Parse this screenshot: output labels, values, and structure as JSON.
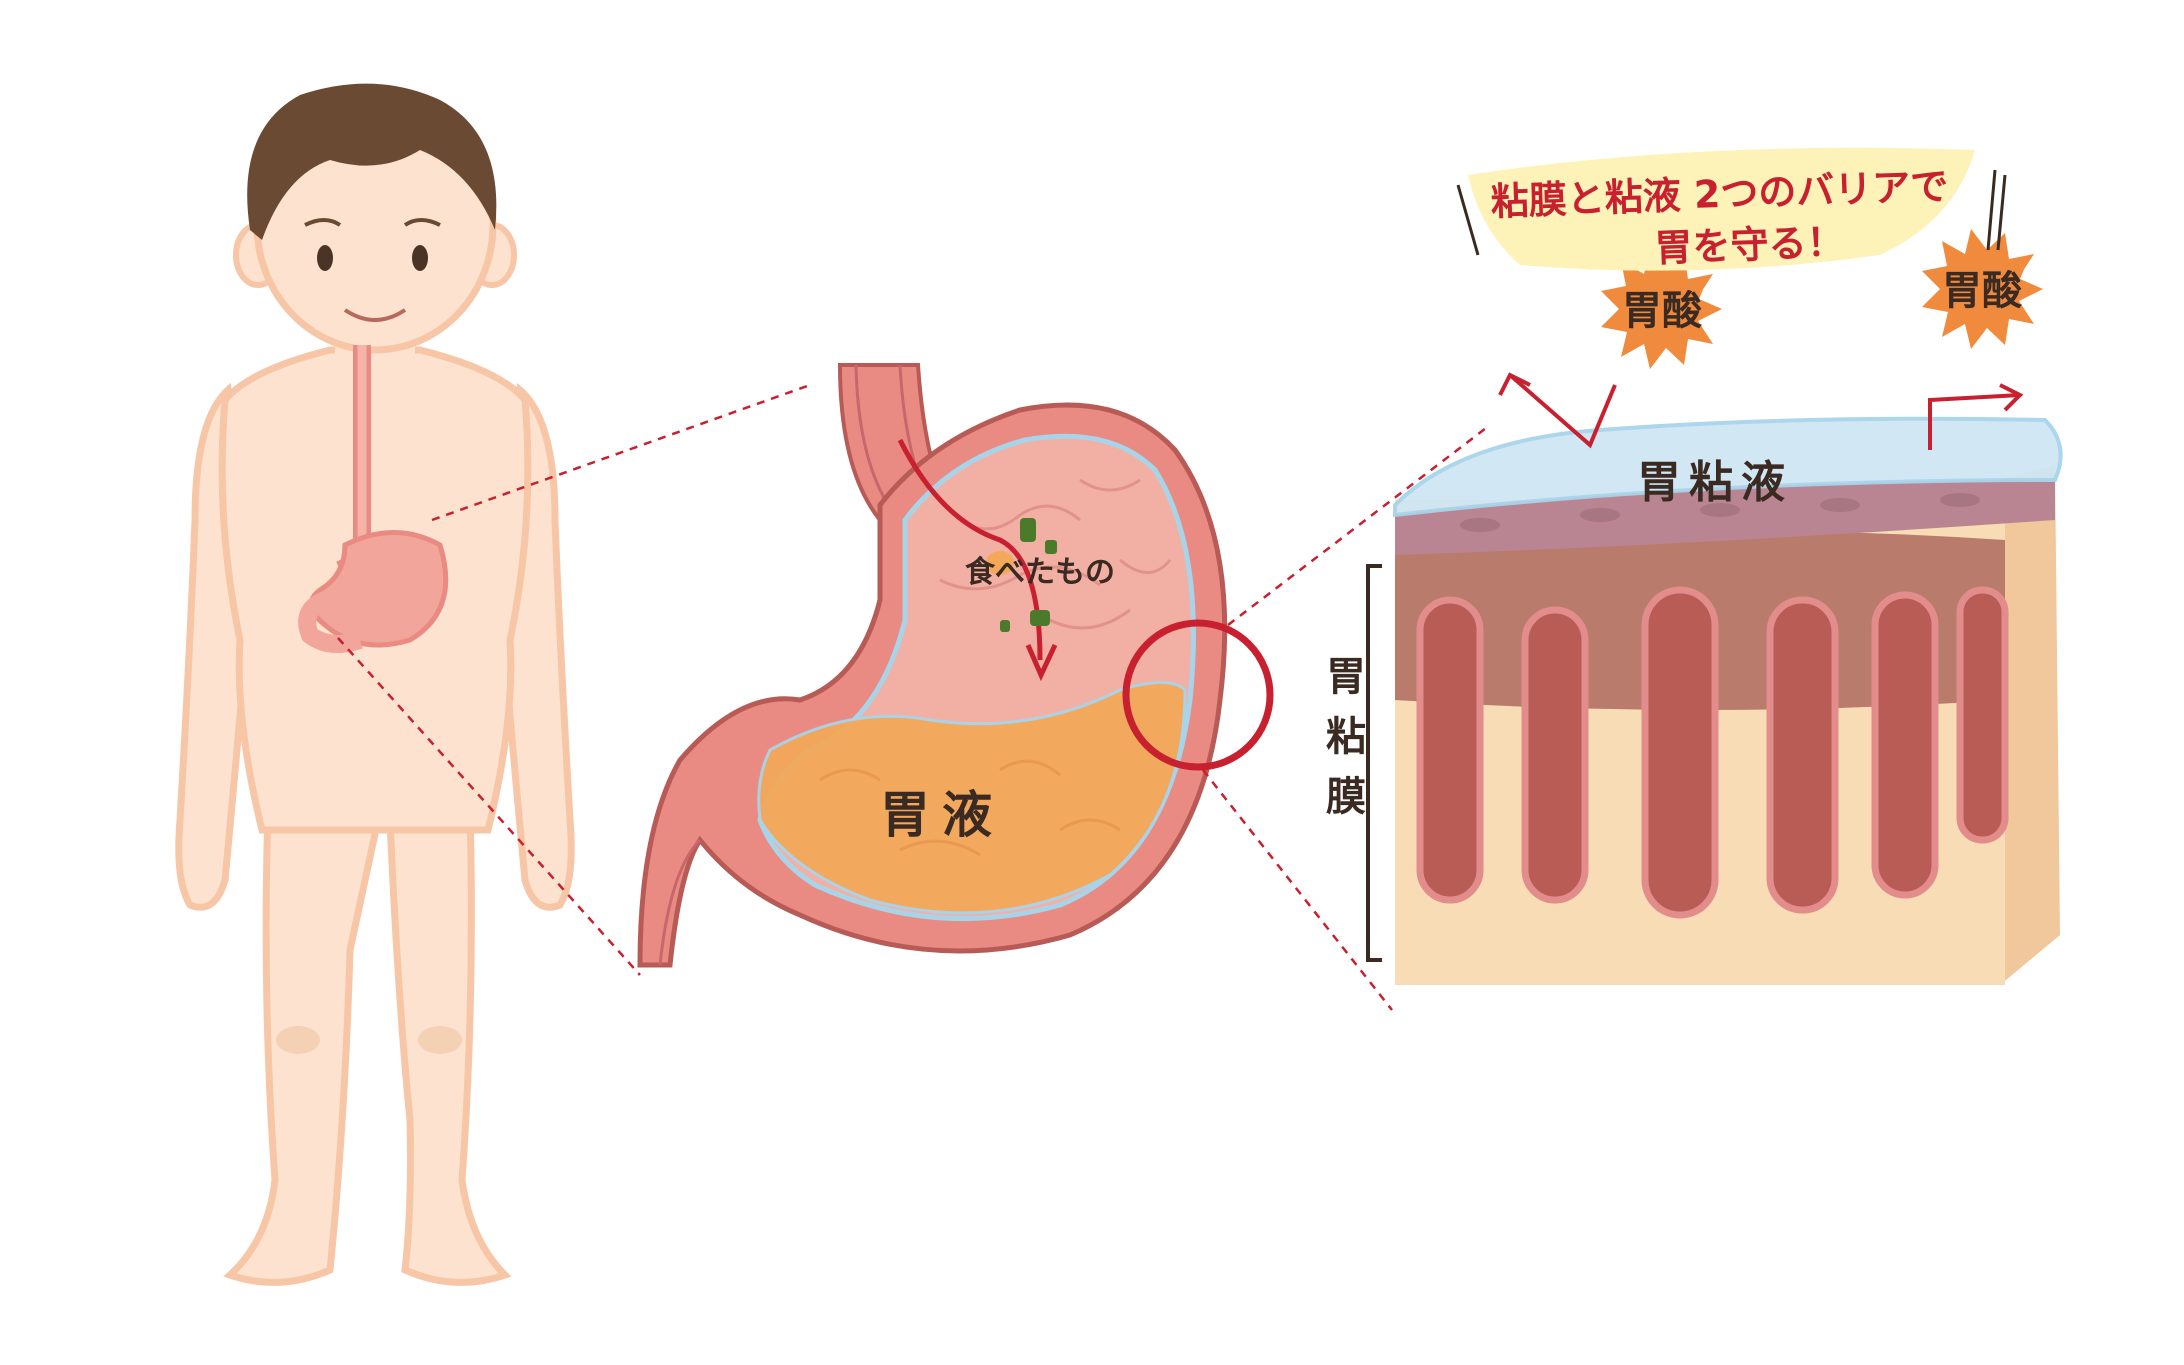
{
  "labels": {
    "food": "食べたもの",
    "gastric_juice": "胃液",
    "banner_line1": "粘膜と粘液 2つのバリアで",
    "banner_line2": "胃を守る！",
    "acid_left": "胃酸",
    "acid_right": "胃酸",
    "mucus": "胃粘液",
    "mucosa_char1": "胃",
    "mucosa_char2": "粘",
    "mucosa_char3": "膜"
  },
  "colors": {
    "skin": "#fde3cf",
    "skin_outline": "#f7c6a6",
    "stomach_wall": "#e98b82",
    "stomach_inner": "#f2b0a5",
    "gastric_juice": "#f3a85a",
    "acid_burst": "#f08a3c",
    "accent_red": "#c8202f",
    "mucus_blue": "#cfe6f4",
    "tissue_base": "#f8dcb6"
  }
}
